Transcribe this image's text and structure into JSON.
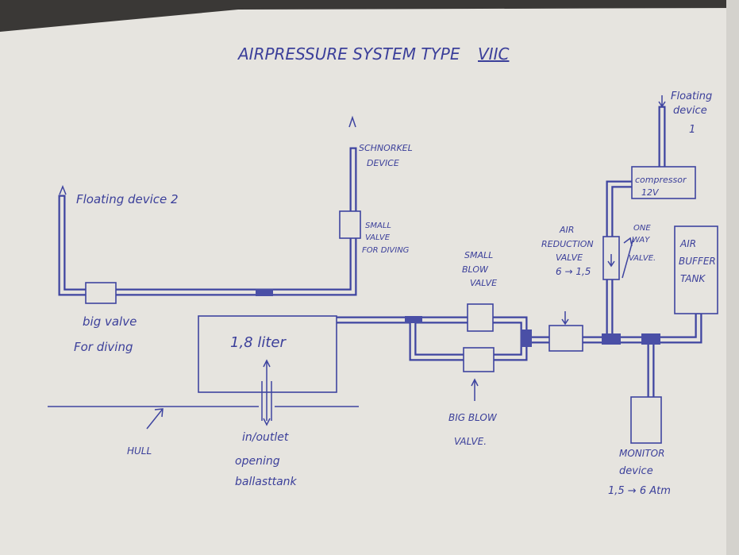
{
  "title": "AIRPRESSURE SYSTEM TYPE",
  "title_type": "VIIC",
  "labels": {
    "floating_device_1": [
      "Floating",
      "device",
      "1"
    ],
    "compressor": [
      "compressor",
      "12V"
    ],
    "one_way_valve": [
      "ONE",
      "WAY",
      "VALVE."
    ],
    "air_buffer_tank": [
      "AIR",
      "BUFFER",
      "TANK"
    ],
    "air_reduction_valve": [
      "AIR",
      "REDUCTION",
      "VALVE",
      "6 → 1,5"
    ],
    "small_blow_valve": [
      "SMALL",
      "BLOW",
      "VALVE"
    ],
    "big_blow_valve": [
      "BIG BLOW",
      "VALVE."
    ],
    "monitor_device": [
      "MONITOR",
      "device",
      "1,5 → 6 Atm"
    ],
    "schnorkel_device": [
      "SCHNORKEL",
      "DEVICE"
    ],
    "small_valve_for_diving": [
      "SMALL",
      "VALVE",
      "FOR DIVING"
    ],
    "floating_device_2": "Floating device 2",
    "big_valve_for_diving": [
      "big valve",
      "For diving"
    ],
    "tank_volume": "1,8 liter",
    "hull": "HULL",
    "inlet_outlet": [
      "in/outlet",
      "opening",
      "ballasttank"
    ]
  },
  "colors": {
    "ink": "#3e44a0",
    "paper": "#e6e4df"
  }
}
